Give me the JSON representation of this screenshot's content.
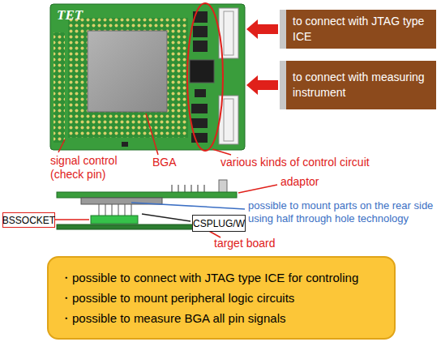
{
  "diagram": {
    "nodes": [
      {
        "text": [
          "TET"
        ]
      },
      {
        "text": [
          "to connect with JTAG type ICE"
        ]
      },
      {
        "text": [
          "to connect with measuring instrument"
        ]
      },
      {
        "text": [
          "BSSOCKET"
        ]
      },
      {
        "text": [
          "CSPLUG/W"
        ]
      },
      {
        "text": [
          "・possible to connect with JTAG type ICE for controling",
          "・possible to mount peripheral logic circuits",
          "・possible to measure BGA all pin signals"
        ]
      }
    ],
    "edges": [
      {
        "from": 1,
        "to": 0,
        "arrow": "to"
      },
      {
        "from": 2,
        "to": 0,
        "arrow": "to"
      }
    ],
    "labels": [
      "signal control (check pin)",
      "BGA",
      "various kinds of control circuit",
      "adaptor",
      "possible to mount parts on the rear side using half through hole technology",
      "target board"
    ]
  }
}
